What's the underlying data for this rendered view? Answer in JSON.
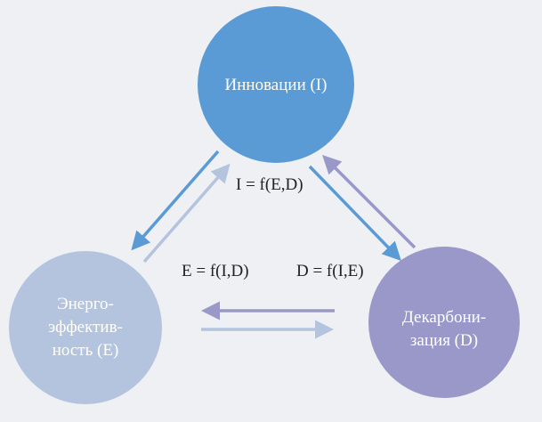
{
  "nodes": {
    "innovation": {
      "label": "Инновации (I)",
      "color": "#5b9bd5"
    },
    "efficiency": {
      "line1": "Энерго-",
      "line2": "эффектив-",
      "line3": "ность (E)",
      "color": "#b4c4de"
    },
    "decarbonization": {
      "line1": "Декарбони-",
      "line2": "зация (D)",
      "color": "#9a97c9"
    }
  },
  "formulas": {
    "innovation": "I = f(E,D)",
    "efficiency": "E = f(I,D)",
    "decarbonization": "D = f(I,E)"
  },
  "colors": {
    "background": "#eef0f4",
    "text": "#222222"
  }
}
